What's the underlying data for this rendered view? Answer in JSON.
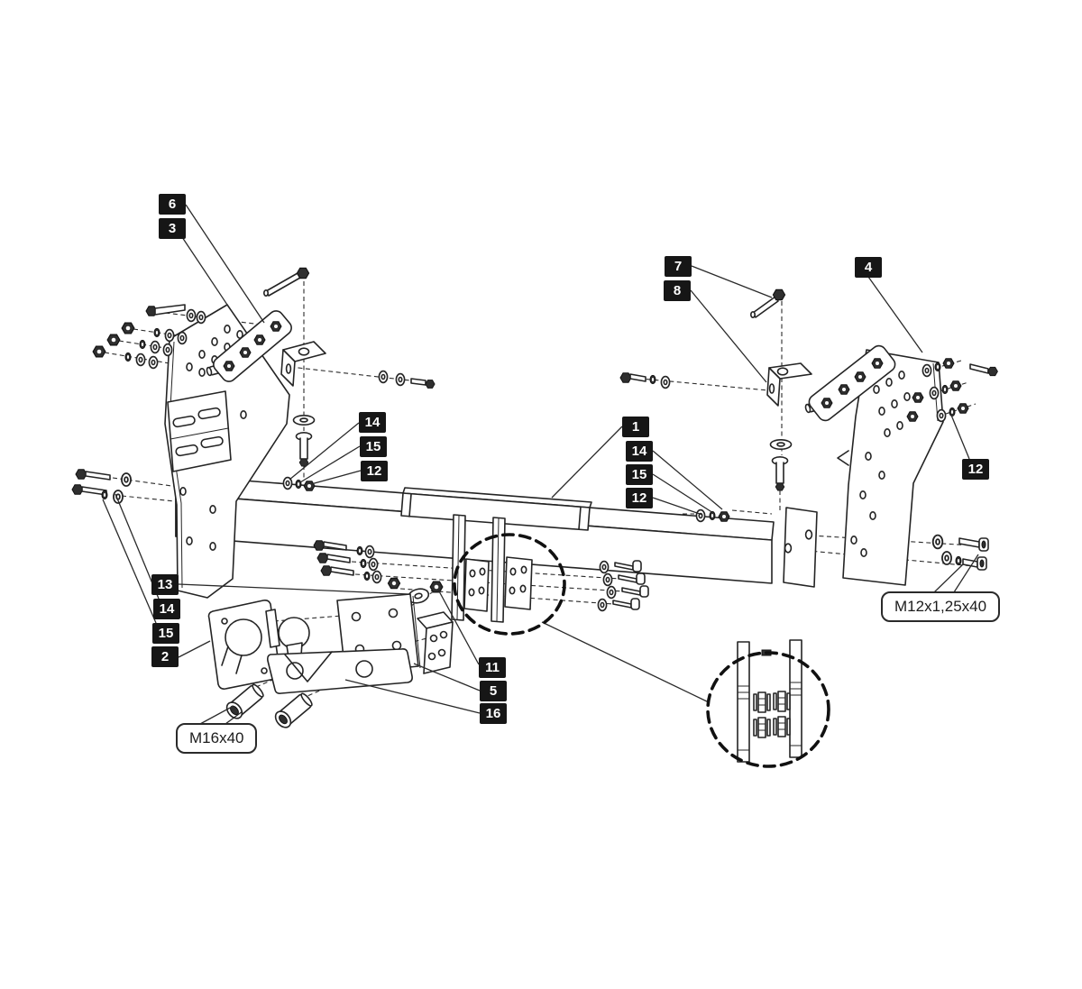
{
  "figure": {
    "type": "exploded_parts_diagram",
    "subject": "Tow bar hitch assembly with numbered parts",
    "background_color": "#ffffff",
    "line_color": "#242424",
    "callout_style": {
      "background": "#161616",
      "text_color": "#ffffff"
    }
  },
  "callouts": [
    {
      "n": "6"
    },
    {
      "n": "3"
    },
    {
      "n": "7"
    },
    {
      "n": "8"
    },
    {
      "n": "4"
    },
    {
      "n": "14"
    },
    {
      "n": "15"
    },
    {
      "n": "12"
    },
    {
      "n": "1"
    },
    {
      "n": "14"
    },
    {
      "n": "15"
    },
    {
      "n": "12"
    },
    {
      "n": "12"
    },
    {
      "n": "13"
    },
    {
      "n": "14"
    },
    {
      "n": "15"
    },
    {
      "n": "2"
    },
    {
      "n": "11"
    },
    {
      "n": "5"
    },
    {
      "n": "16"
    }
  ],
  "spec_labels": [
    {
      "text": "M12x1,25x40"
    },
    {
      "text": "M16x40"
    }
  ]
}
